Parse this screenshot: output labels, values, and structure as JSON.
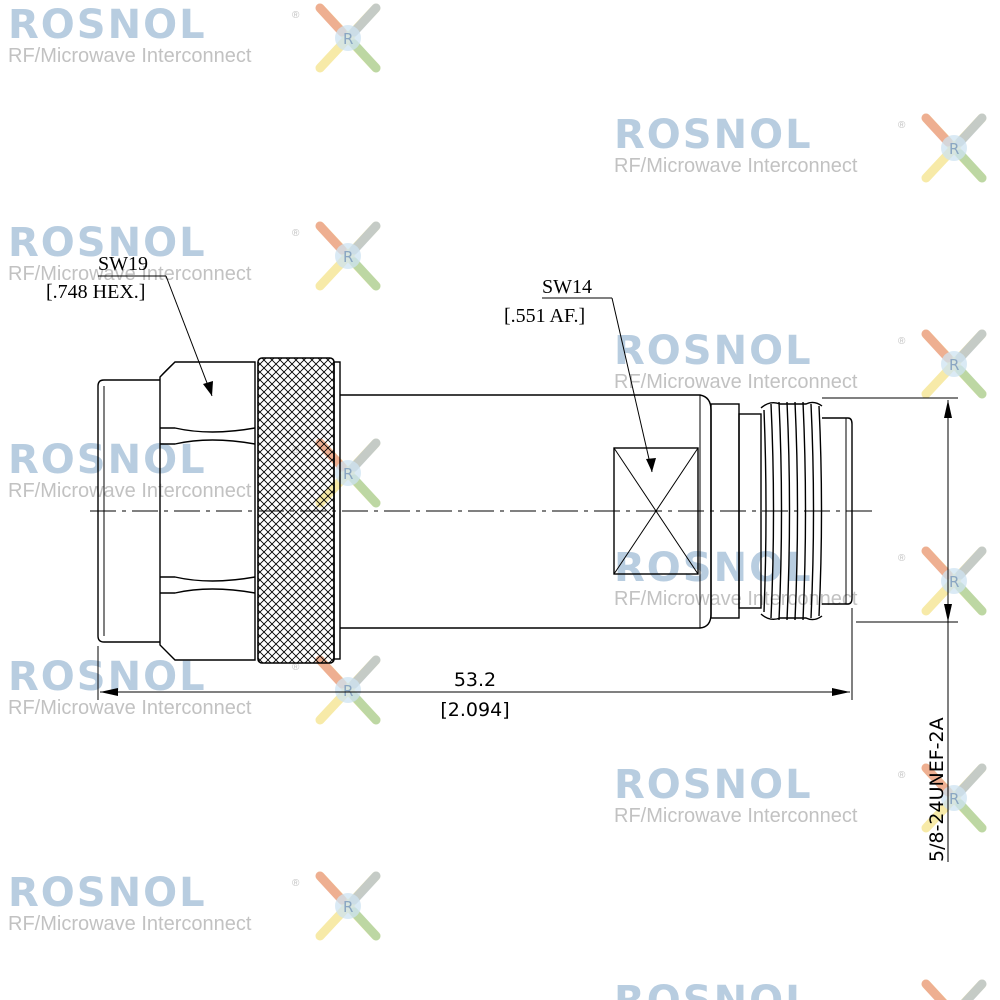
{
  "watermark": {
    "brand": "ROSNOL",
    "tagline": "RF/Microwave Interconnect",
    "registered": "®"
  },
  "drawing": {
    "hex_size": "SW19",
    "hex_size_inch": "[.748 HEX.]",
    "flats_size": "SW14",
    "flats_size_inch": "[.551 AF.]",
    "length": "53.2",
    "length_inch": "[2.094]",
    "thread_spec": "5/8-24UNEF-2A"
  },
  "colors": {
    "line": "#000000",
    "watermark_text": "#b8cde0",
    "watermark_tag": "#c2c2c2"
  }
}
